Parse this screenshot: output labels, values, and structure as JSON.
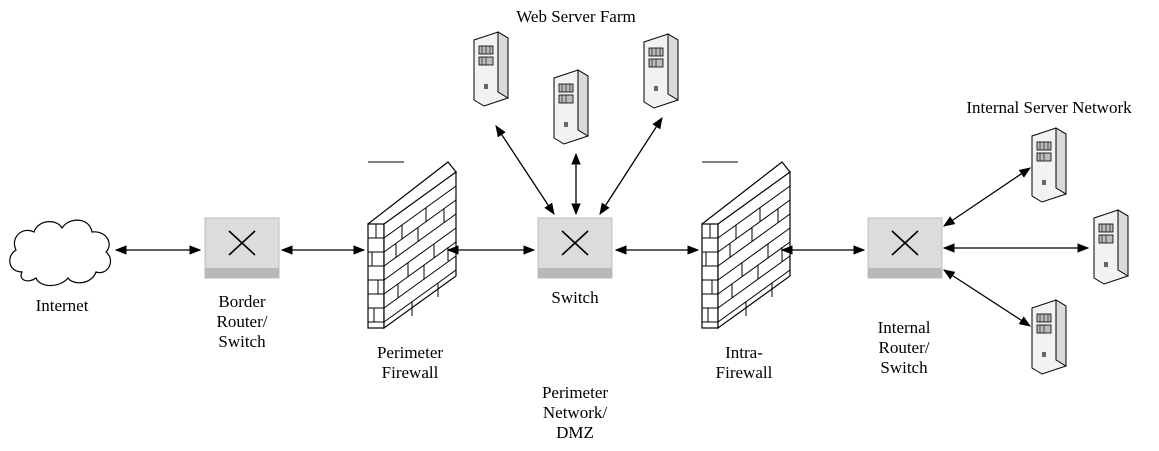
{
  "labels": {
    "internet": "Internet",
    "border_router": "Border\nRouter/\nSwitch",
    "perimeter_firewall": "Perimeter\nFirewall",
    "switch": "Switch",
    "perimeter_network": "Perimeter\nNetwork/\nDMZ",
    "web_server_farm": "Web Server Farm",
    "intra_firewall": "Intra-\nFirewall",
    "internal_router": "Internal\nRouter/\nSwitch",
    "internal_server_network": "Internal Server Network"
  },
  "colors": {
    "device_fill": "#dcdcdc",
    "device_base": "#b8b8b8",
    "server_fill": "#f0f0f0",
    "stroke": "#000000"
  }
}
